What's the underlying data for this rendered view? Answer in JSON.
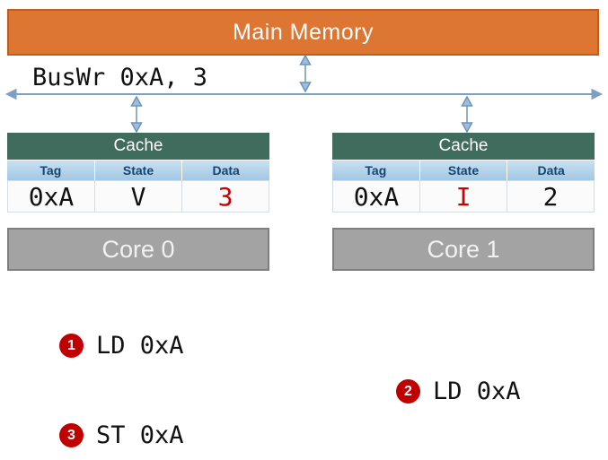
{
  "colors": {
    "memory": "#DD7533",
    "memory_border": "#BF5E1E",
    "cache_header": "#3F6C5D",
    "table_header_top": "#C9E0F1",
    "table_header_bg": "#A3C7E3",
    "table_header_text": "#17456E",
    "core_bg": "#A3A3A3",
    "core_border": "#7F7F7F",
    "highlight_red": "#CC0000",
    "badge": "#C00000",
    "bus_arrow": "#7E9FC1"
  },
  "memory": {
    "label": "Main Memory"
  },
  "bus": {
    "label": "BusWr 0xA, 3"
  },
  "caches": [
    {
      "title": "Cache",
      "columns": [
        "Tag",
        "State",
        "Data"
      ],
      "row": {
        "tag": "0xA",
        "state": "V",
        "data": "3"
      },
      "highlighted_cell": "data"
    },
    {
      "title": "Cache",
      "columns": [
        "Tag",
        "State",
        "Data"
      ],
      "row": {
        "tag": "0xA",
        "state": "I",
        "data": "2"
      },
      "highlighted_cell": "state"
    }
  ],
  "cores": [
    {
      "label": "Core 0"
    },
    {
      "label": "Core 1"
    }
  ],
  "steps": [
    {
      "num": "1",
      "op": "LD 0xA"
    },
    {
      "num": "2",
      "op": "LD 0xA"
    },
    {
      "num": "3",
      "op": "ST 0xA"
    }
  ]
}
